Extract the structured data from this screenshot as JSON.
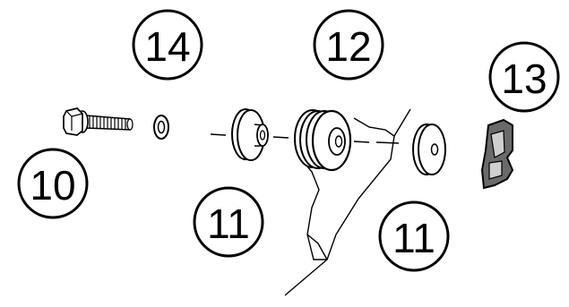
{
  "colors": {
    "ink": "#000000",
    "paper": "#ffffff",
    "shade": "#cfcfcf",
    "dark_shade": "#6a6a6a"
  },
  "callouts": {
    "bolt": "10",
    "washer_left": "11",
    "washer_right": "11",
    "pulley": "12",
    "clip": "13",
    "small_washer": "14"
  }
}
